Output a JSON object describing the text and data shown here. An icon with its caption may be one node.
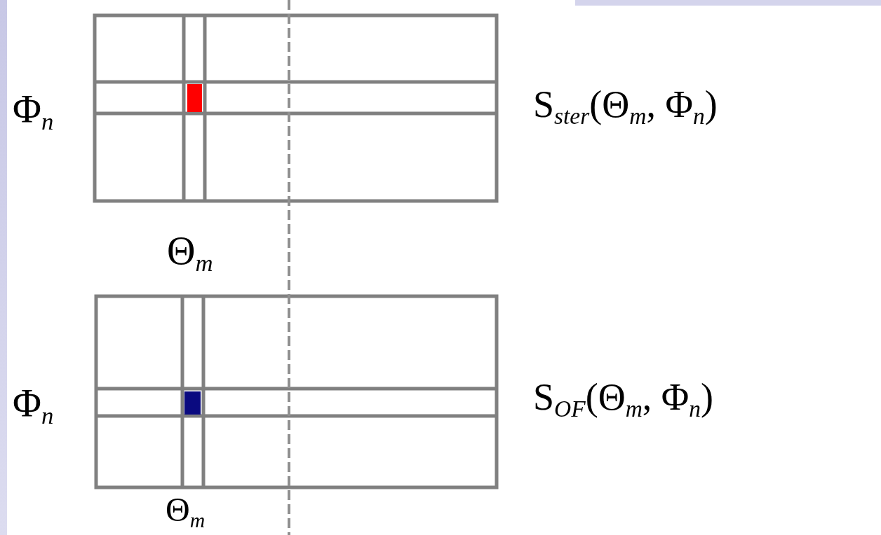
{
  "diagram": {
    "labels": [
      "Φ$_{n}$",
      "S$_{ster}$(Θ$_{m}$, Φ$_{n}$)",
      "Θ$_{m}$",
      "Φ$_{n}$",
      "S$_{OF}$(Θ$_{m}$, Φ$_{n}$)",
      "Θ$_{m}$"
    ]
  }
}
